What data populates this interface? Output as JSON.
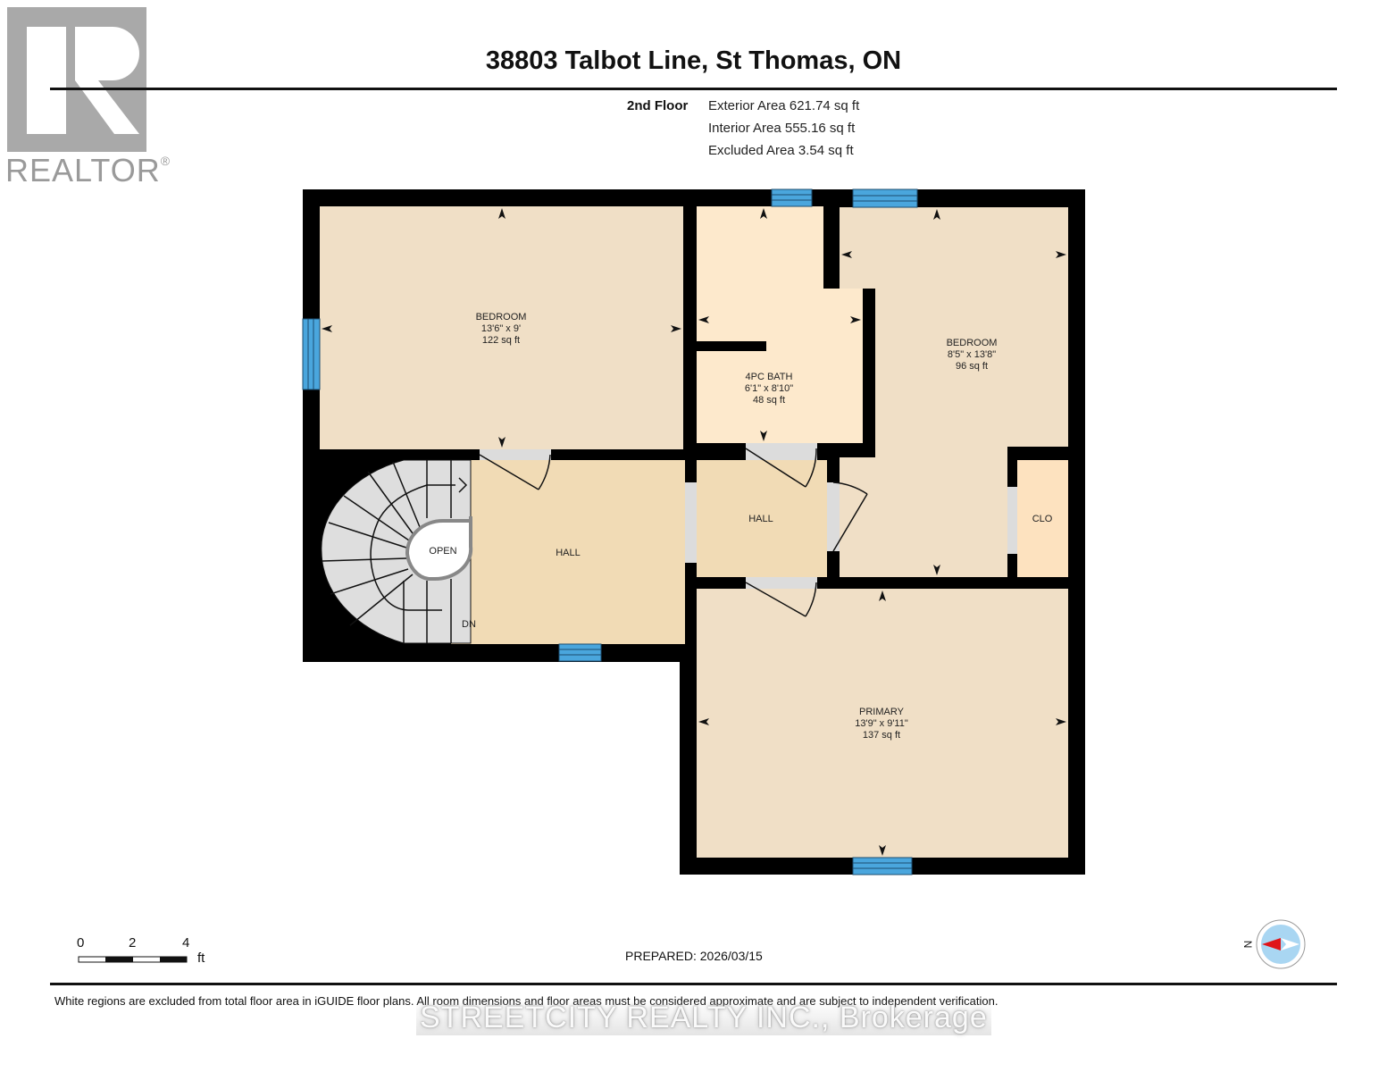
{
  "logo": {
    "brand": "REALTOR",
    "mark": "®"
  },
  "header": {
    "title": "38803 Talbot Line, St Thomas, ON"
  },
  "floor_summary": {
    "floor": "2nd Floor",
    "exterior": "Exterior Area 621.74 sq ft",
    "interior": "Interior Area 555.16 sq ft",
    "excluded": "Excluded Area 3.54 sq ft"
  },
  "rooms": [
    {
      "id": "bedroom-1",
      "name": "BEDROOM",
      "dims": "13'6\" x 9'",
      "area": "122 sq ft"
    },
    {
      "id": "bath",
      "name": "4PC BATH",
      "dims": "6'1\" x 8'10\"",
      "area": "48 sq ft"
    },
    {
      "id": "bedroom-2",
      "name": "BEDROOM",
      "dims": "8'5\" x 13'8\"",
      "area": "96 sq ft"
    },
    {
      "id": "hall-1",
      "name": "HALL"
    },
    {
      "id": "hall-2",
      "name": "HALL"
    },
    {
      "id": "closet",
      "name": "CLO"
    },
    {
      "id": "primary",
      "name": "PRIMARY",
      "dims": "13'9\" x 9'11\"",
      "area": "137 sq ft"
    },
    {
      "id": "open",
      "name": "OPEN"
    },
    {
      "id": "stairs",
      "name": "DN"
    }
  ],
  "scale": {
    "ticks": [
      "0",
      "2",
      "4"
    ],
    "unit": "ft"
  },
  "compass": {
    "label": "N"
  },
  "footer": {
    "prepared": "PREPARED: 2026/03/15",
    "disclaimer": "White regions are excluded from total floor area in iGUIDE floor plans. All room dimensions and floor areas must be considered approximate and are subject to independent verification.",
    "watermark": "STREETCITY REALTY INC., Brokerage"
  },
  "colors": {
    "wall": "#000000",
    "room": "#f0dfc6",
    "hall": "#f1dbb5",
    "bath": "#fde9cc",
    "closet": "#fde2bf",
    "window": "#4aa6dd",
    "door": "#dcdcdc",
    "stairs": "#dedede"
  }
}
